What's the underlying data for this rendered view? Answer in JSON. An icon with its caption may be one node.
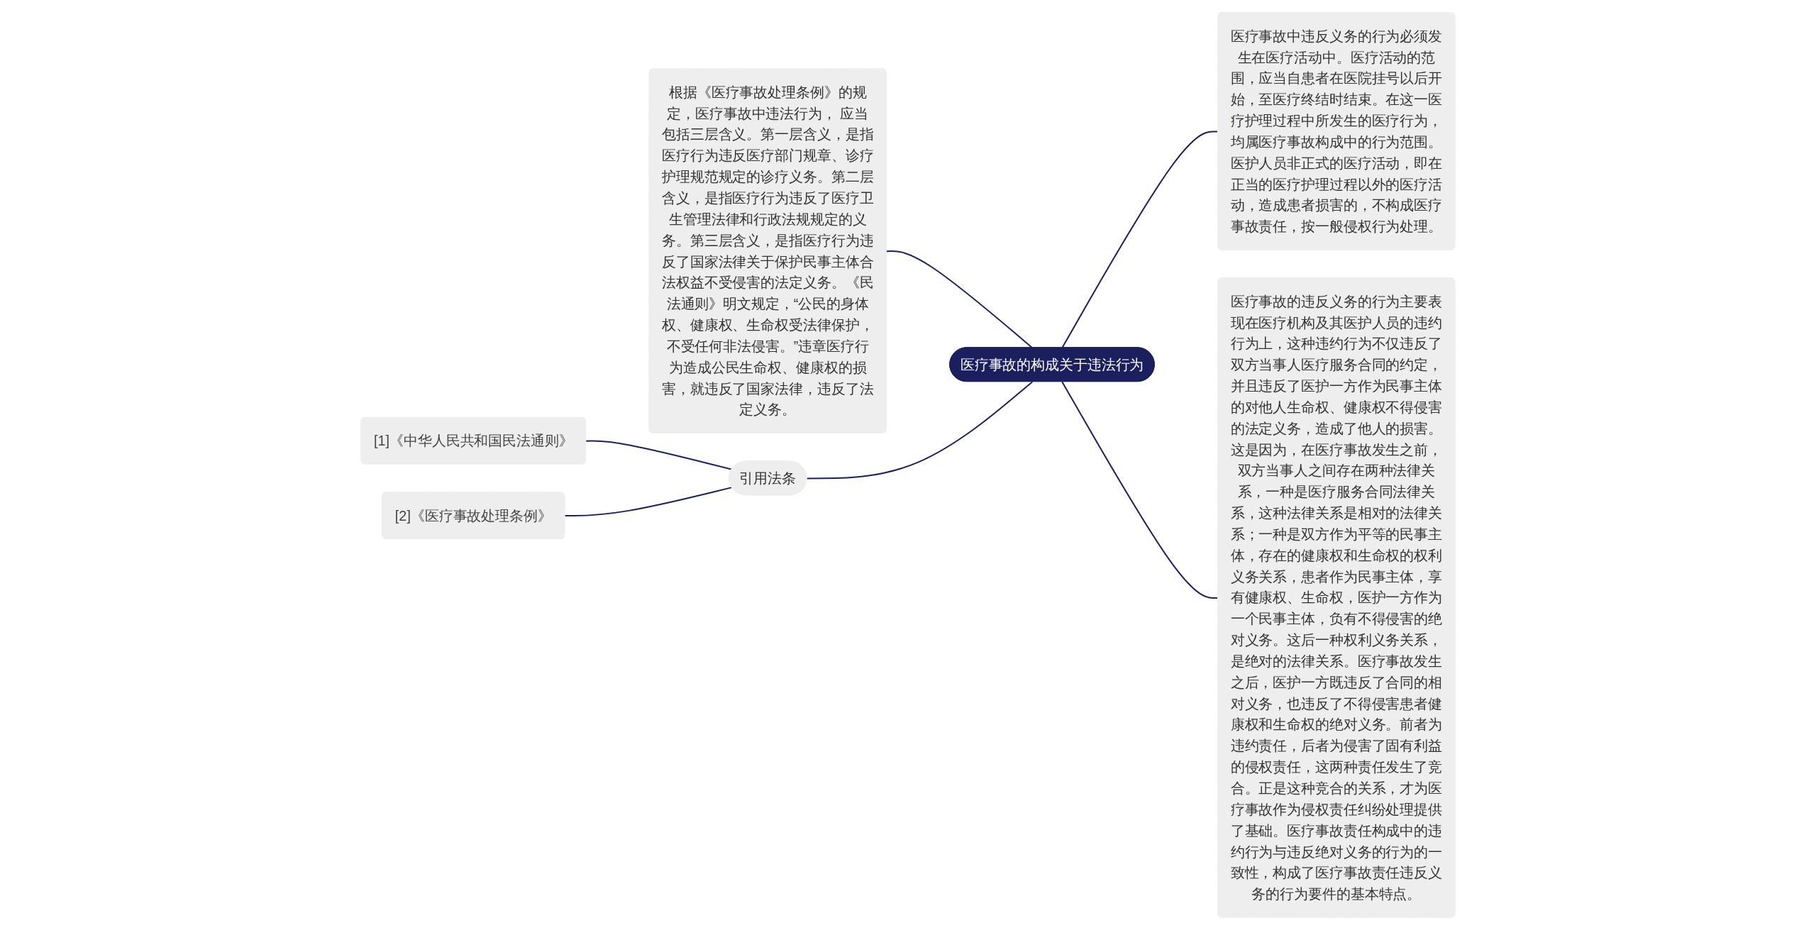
{
  "diagram": {
    "nodes": [
      {
        "text": [
          "医疗事故的构成关于违法行为"
        ]
      },
      {
        "text": [
          "医疗事故中违反义务的行为必须发生在医疗活动中。医疗活动的范围，应当自患者在医院挂号以后开始，至医疗终结时结束。在这一医疗护理过程中所发生的医疗行为，均属医疗事故构成中的行为范围。医护人员非正式的医疗活动，即在正当的医疗护理过程以外的医疗活动，造成患者损害的，不构成医疗事故责任，按一般侵权行为处理。"
        ]
      },
      {
        "text": [
          "根据《医疗事故处理条例》的规定，医疗事故中违法行为， 应当包括三层含义。第一层含义，是指医疗行为违反医疗部门规章、诊疗护理规范规定的诊疗义务。第二层含义，是指医疗行为违反了医疗卫生管理法律和行政法规规定的义务。第三层含义，是指医疗行为违反了国家法律关于保护民事主体合法权益不受侵害的法定义务。《民法通则》明文规定，“公民的身体权、健康权、生命权受法律保护，不受任何非法侵害。”违章医疗行为造成公民生命权、健康权的损害，就违反了国家法律，违反了法定义务。"
        ]
      },
      {
        "text": [
          "医疗事故的违反义务的行为主要表现在医疗机构及其医护人员的违约行为上，这种违约行为不仅违反了双方当事人医疗服务合同的约定，并且违反了医护一方作为民事主体的对他人生命权、健康权不得侵害的法定义务，造成了他人的损害。这是因为，在医疗事故发生之前，双方当事人之间存在两种法律关系，一种是医疗服务合同法律关系，这种法律关系是相对的法律关系；一种是双方作为平等的民事主体，存在的健康权和生命权的权利义务关系，患者作为民事主体，享有健康权、生命权，医护一方作为一个民事主体，负有不得侵害的绝对义务。这后一种权利义务关系，是绝对的法律关系。医疗事故发生之后，医护一方既违反了合同的相对义务，也违反了不得侵害患者健康权和生命权的绝对义务。前者为违约责任，后者为侵害了固有利益的侵权责任，这两种责任发生了竞合。正是这种竞合的关系，才为医疗事故作为侵权责任纠纷处理提供了基础。医疗事故责任构成中的违约行为与违反绝对义务的行为的一致性，构成了医疗事故责任违反义务的行为要件的基本特点。"
        ]
      },
      {
        "text": [
          "引用法条"
        ]
      },
      {
        "text": [
          "[1]《中华人民共和国民法通则》"
        ]
      },
      {
        "text": [
          "[2]《医疗事故处理条例》"
        ]
      }
    ],
    "edges": [
      {
        "from": 2,
        "to": 0,
        "arrow": "none"
      },
      {
        "from": 4,
        "to": 0,
        "arrow": "none"
      },
      {
        "from": 5,
        "to": 4,
        "arrow": "none"
      },
      {
        "from": 6,
        "to": 4,
        "arrow": "none"
      },
      {
        "from": 0,
        "to": 1,
        "arrow": "none"
      },
      {
        "from": 0,
        "to": 3,
        "arrow": "none"
      }
    ]
  }
}
